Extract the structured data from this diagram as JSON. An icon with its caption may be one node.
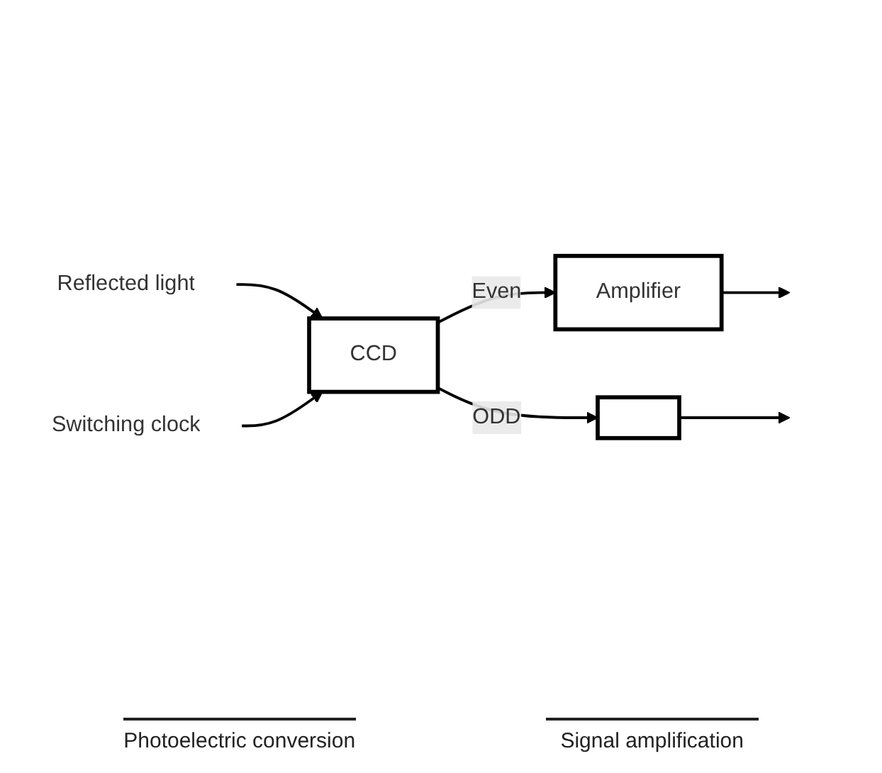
{
  "diagram": {
    "nodes": [
      {
        "text": [
          "Reflected light"
        ]
      },
      {
        "text": [
          "CCD"
        ]
      },
      {
        "text": [
          "Amplifier"
        ]
      },
      {
        "text": [],
        "shape": "box"
      },
      {
        "text": [
          "Switching clock"
        ]
      }
    ],
    "edges": [
      {
        "from": 0,
        "to": 1,
        "arrow": "to"
      },
      {
        "from": 1,
        "to": 2,
        "arrow": "to",
        "label": "Even"
      },
      {
        "from": 1,
        "to": 3,
        "arrow": "to",
        "label": "ODD"
      },
      {
        "from": 2,
        "to": null,
        "arrow": "to"
      },
      {
        "from": 3,
        "to": null,
        "arrow": "to"
      },
      {
        "from": 4,
        "to": 1,
        "arrow": "to"
      }
    ],
    "labels": [
      "Photoelectric conversion",
      "Signal amplification"
    ]
  }
}
